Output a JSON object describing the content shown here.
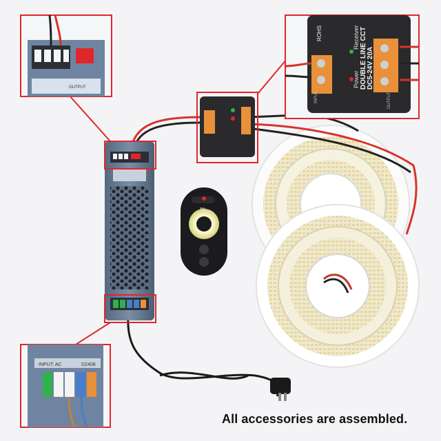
{
  "caption": "All accessories are assembled.",
  "controller": {
    "brand": "ROHS",
    "receiver": "Receiver",
    "power": "Power",
    "model": "DOUBLE LINE CCT",
    "rating": "DC5-24V 20A",
    "input": "INPUT",
    "output": "OUTPUT"
  },
  "psu": {
    "input_label": "INPUT: AC",
    "output_label": "OUTPUT",
    "code": "D2408"
  },
  "remote": {
    "logo": "TC"
  },
  "colors": {
    "background": "#f4f4f6",
    "highlight": "#e0262a",
    "psu_body": "#6c7f96",
    "controller_body": "#2a2a2c",
    "terminal_orange": "#e8913a",
    "terminal_green": "#2fb24c",
    "terminal_blue": "#4a7ec8",
    "wire_red": "#d7322c",
    "led_strip": "#f2eed8"
  }
}
